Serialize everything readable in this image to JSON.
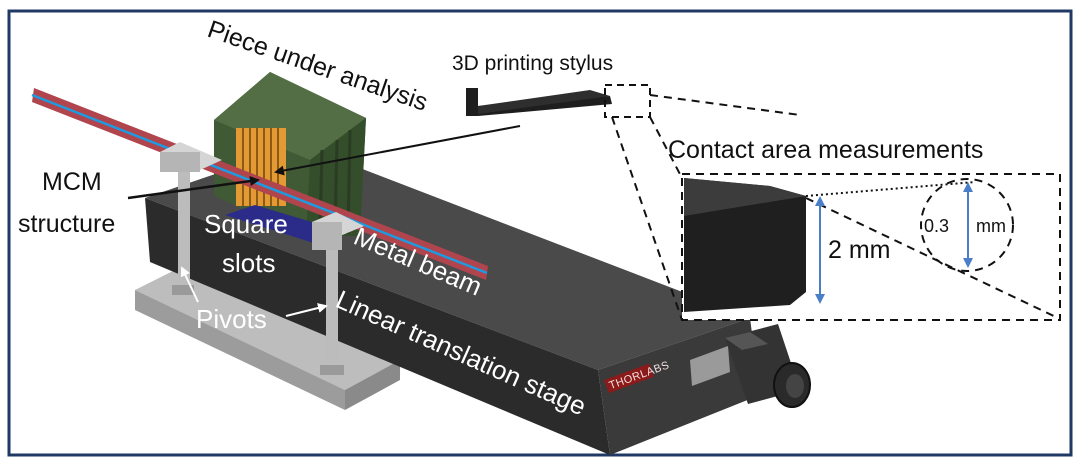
{
  "colors": {
    "frame": "#1f3864",
    "stage_top": "#4a4a4a",
    "stage_side": "#2b2b2b",
    "base_plate": "#a9a9a9",
    "piece_green": "#3f5a35",
    "piece_orange": "#e39a34",
    "beam_red": "#b0454e",
    "beam_blue": "#1e9be0",
    "stylus": "#222222",
    "arrow_blue": "#4a7ec8",
    "thorlabs_badge": "#8b1a1a"
  },
  "labels": {
    "piece_under_analysis": "Piece under analysis",
    "printing_stylus": "3D printing stylus",
    "contact_area": "Contact area measurements",
    "mcm": "MCM",
    "structure": "structure",
    "square": "Square",
    "slots": "slots",
    "metal_beam": "Metal beam",
    "pivots": "Pivots",
    "linear_stage": "Linear translation stage",
    "two_mm": "2 mm",
    "zero_three": "0.3",
    "mm_unit": "mm",
    "thorlabs": "THORLABS"
  },
  "icons": {
    "stage": "linear-stage-shape",
    "stylus": "stylus-shape",
    "knob": "micrometer-knob-shape"
  }
}
